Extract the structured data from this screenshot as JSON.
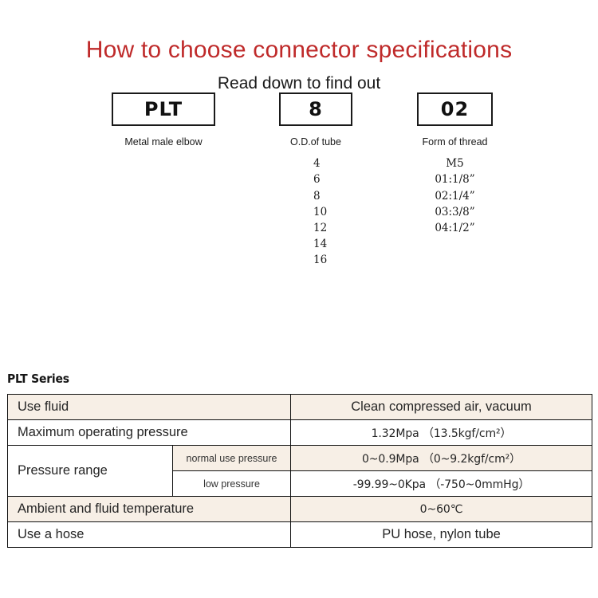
{
  "header": {
    "title": "How to choose connector specifications",
    "subtitle": "Read down to find out",
    "title_color": "#bf2a2a"
  },
  "code_breakdown": {
    "groups": [
      {
        "code": "PLT",
        "caption": "Metal male elbow",
        "options": []
      },
      {
        "code": "8",
        "caption": "O.D.of tube",
        "options": [
          "4",
          "6",
          "8",
          "10",
          "12",
          "14",
          "16"
        ]
      },
      {
        "code": "02",
        "caption": "Form of thread",
        "options": [
          "M5",
          "01:1/8”",
          "02:1/4”",
          "03:3/8”",
          "04:1/2”"
        ]
      }
    ]
  },
  "spec_section": {
    "series_label": "PLT Series",
    "accent_row_color": "#f7efe6",
    "rows": [
      {
        "label": "Use fluid",
        "sub_label": null,
        "value": "Clean compressed air, vacuum",
        "shade": "beige",
        "value_size": "large"
      },
      {
        "label": "Maximum operating pressure",
        "sub_label": null,
        "value": "1.32Mpa （13.5kgf/cm²）",
        "shade": "white",
        "value_size": "small"
      },
      {
        "label": "Pressure range",
        "sub_label": "normal use pressure",
        "value": "0~0.9Mpa （0~9.2kgf/cm²）",
        "shade": "beige",
        "value_size": "small"
      },
      {
        "label": null,
        "sub_label": "low pressure",
        "value": "-99.99~0Kpa （-750~0mmHg）",
        "shade": "white",
        "value_size": "small"
      },
      {
        "label": "Ambient and fluid temperature",
        "sub_label": null,
        "value": "0~60℃",
        "shade": "beige",
        "value_size": "small"
      },
      {
        "label": "Use a hose",
        "sub_label": null,
        "value": "PU hose, nylon tube",
        "shade": "white",
        "value_size": "large"
      }
    ]
  }
}
